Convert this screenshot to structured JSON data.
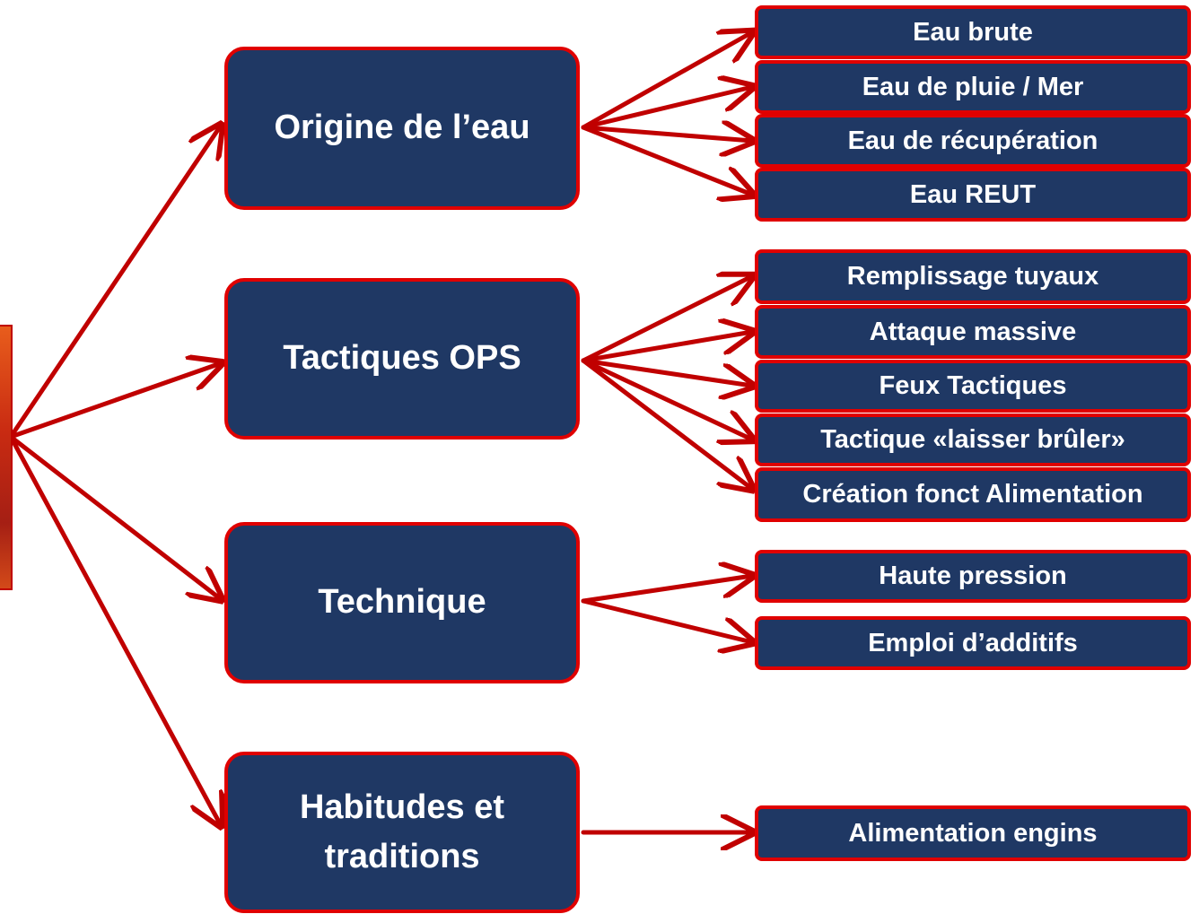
{
  "diagram": {
    "colors": {
      "box_fill": "#1f3864",
      "box_border": "#e00000",
      "arrow": "#c00000",
      "text": "#ffffff"
    },
    "categories": [
      {
        "label": "Origine de l’eau",
        "items": [
          "Eau brute",
          "Eau de pluie / Mer",
          "Eau de récupération",
          "Eau REUT"
        ]
      },
      {
        "label": "Tactiques OPS",
        "items": [
          "Remplissage tuyaux",
          "Attaque massive",
          "Feux Tactiques",
          "Tactique «laisser brûler»",
          "Création fonct Alimentation"
        ]
      },
      {
        "label": "Technique",
        "items": [
          "Haute pression",
          "Emploi d’additifs"
        ]
      },
      {
        "label": "Habitudes et traditions",
        "items": [
          "Alimentation engins"
        ]
      }
    ]
  }
}
